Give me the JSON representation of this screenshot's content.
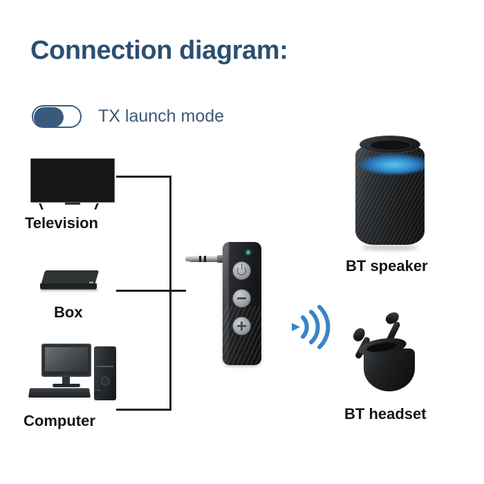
{
  "page": {
    "title": "Connection diagram:",
    "background_color": "#ffffff",
    "title_color": "#2c4f72"
  },
  "mode_toggle": {
    "name": "tx-launch-mode",
    "label": "TX launch mode",
    "state": "on",
    "knob_color": "#3a5a7d",
    "track_color": "#ffffff",
    "label_color": "#3d5873"
  },
  "sources": [
    {
      "id": "television",
      "label": "Television"
    },
    {
      "id": "box",
      "label": "Box"
    },
    {
      "id": "computer",
      "label": "Computer"
    }
  ],
  "transmitter": {
    "name": "bluetooth-transmitter",
    "connector": "3.5mm-audio-jack",
    "led_color": "#2fb9a8",
    "buttons": [
      {
        "id": "power",
        "icon": "power-icon"
      },
      {
        "id": "volume-down",
        "icon": "minus-icon"
      },
      {
        "id": "volume-up",
        "icon": "plus-icon"
      }
    ]
  },
  "wireless": {
    "icon": "wireless-signal-icon",
    "color": "#3b84c4"
  },
  "outputs": [
    {
      "id": "bt-speaker",
      "label": "BT speaker",
      "accent_color": "#2a7fc4"
    },
    {
      "id": "bt-headset",
      "label": "BT headset"
    }
  ]
}
